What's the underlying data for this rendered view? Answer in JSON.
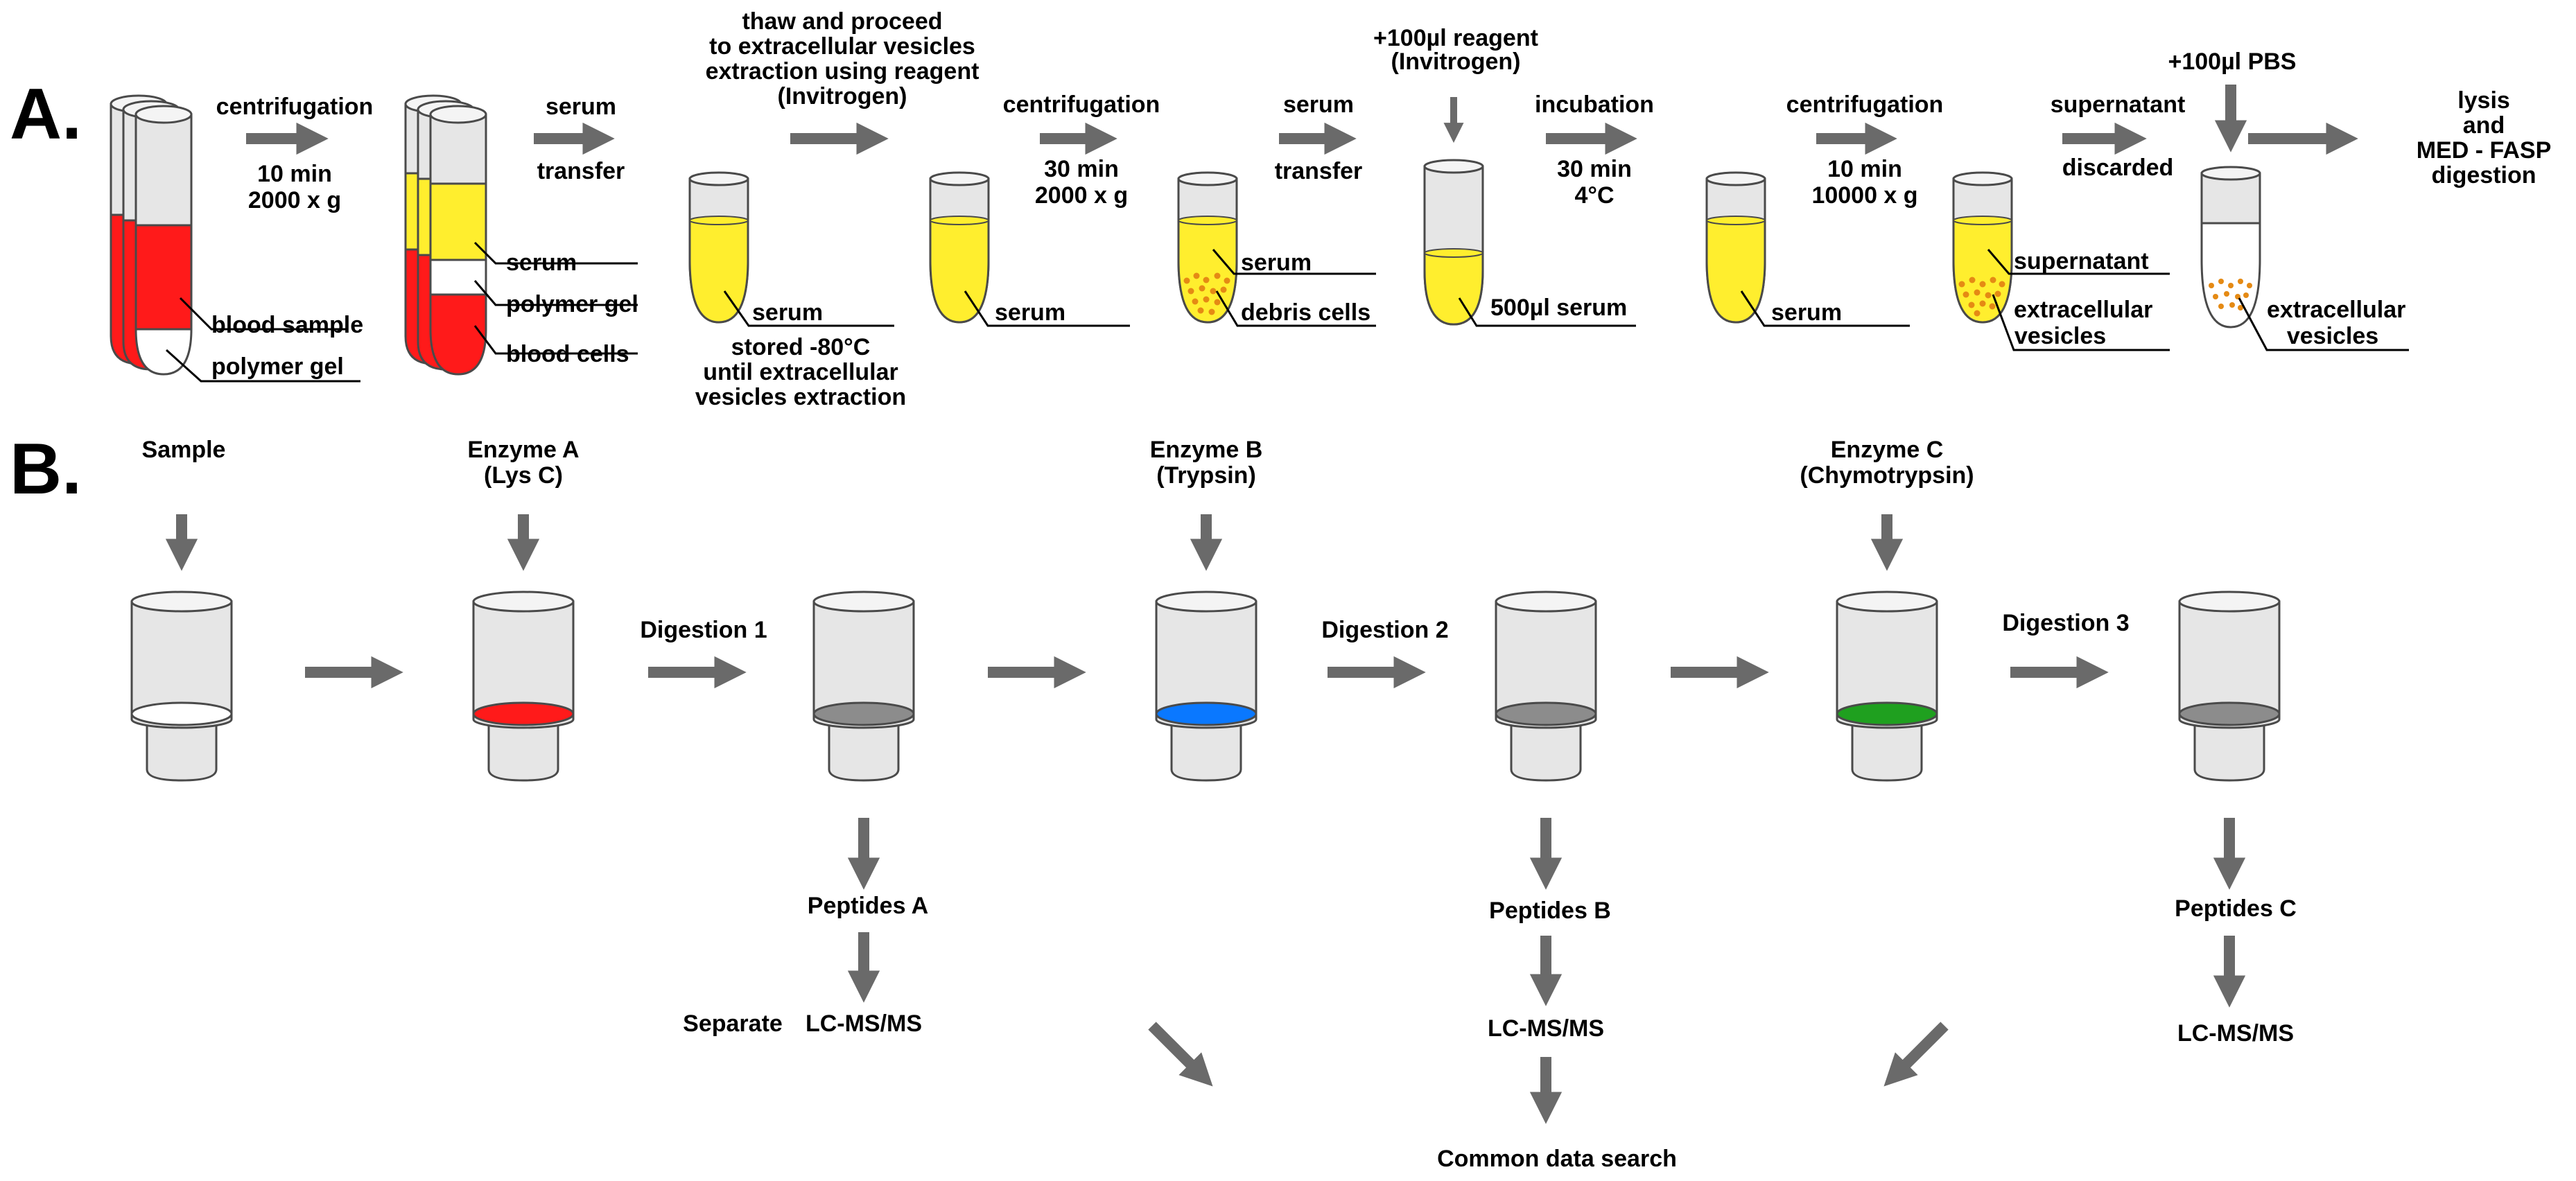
{
  "colors": {
    "arrow": "#6a6a6a",
    "blood": "#ff1a1a",
    "serum": "#ffee2e",
    "debris": "#e58a14",
    "tube_outline": "#4a4a4a",
    "filter_body": "#e6e6e6",
    "filter_grey": "#8c8c8c",
    "enzyme_a": "#ff1a1a",
    "enzyme_b": "#0a78ff",
    "enzyme_c": "#1fa01f",
    "label_a": "#ff1a1a",
    "label_b": "#1a8fe8",
    "label_c": "#3aaa35"
  },
  "panel_a": {
    "letter": "A.",
    "step1": {
      "action": "centrifugation",
      "time": "10 min",
      "force": "2000 x g"
    },
    "tube1": {
      "blood_label": "blood sample",
      "gel_label": "polymer gel"
    },
    "tube2": {
      "serum_label": "serum",
      "gel_label": "polymer gel",
      "cells_label": "blood cells"
    },
    "step2": {
      "line1": "serum",
      "line2": "transfer"
    },
    "tube3": {
      "serum_label": "serum",
      "storage_line1": "stored -80°C",
      "storage_line2": "until extracellular",
      "storage_line3": "vesicles extraction"
    },
    "step3": {
      "line1": "thaw and proceed",
      "line2": "to extracellular vesicles",
      "line3": "extraction using reagent",
      "line4": "(Invitrogen)"
    },
    "tube4": {
      "serum_label": "serum"
    },
    "step4": {
      "action": "centrifugation",
      "time": "30 min",
      "force": "2000 x g"
    },
    "tube5": {
      "serum_label": "serum",
      "debris_label": "debris cells"
    },
    "step5": {
      "line1": "serum",
      "line2": "transfer"
    },
    "step6": {
      "line1": "+100µl reagent",
      "line2": "(Invitrogen)"
    },
    "tube6": {
      "serum_label": "500µl serum"
    },
    "step7": {
      "action": "incubation",
      "time": "30 min",
      "temp": "4°C"
    },
    "tube7": {
      "serum_label": "serum"
    },
    "step8": {
      "action": "centrifugation",
      "time": "10 min",
      "force": "10000 x g"
    },
    "tube8": {
      "supernatant_label": "supernatant",
      "ev_line1": "extracellular",
      "ev_line2": "vesicles"
    },
    "step9": {
      "line1": "supernatant",
      "line2": "discarded"
    },
    "step10": {
      "label": "+100µl PBS"
    },
    "tube9": {
      "ev_line1": "extracellular",
      "ev_line2": "vesicles"
    },
    "step11": {
      "line1": "lysis",
      "line2": "and",
      "line3": "MED - FASP",
      "line4": "digestion"
    }
  },
  "panel_b": {
    "letter": "B.",
    "sample_label": "Sample",
    "enzyme_a": {
      "line1": "Enzyme A",
      "line2": "(Lys C)"
    },
    "enzyme_b": {
      "line1": "Enzyme B",
      "line2": "(Trypsin)"
    },
    "enzyme_c": {
      "line1": "Enzyme C",
      "line2": "(Chymotrypsin)"
    },
    "digestion1": "Digestion 1",
    "digestion2": "Digestion 2",
    "digestion3": "Digestion 3",
    "peptides_a": "Peptides A",
    "peptides_b": "Peptides B",
    "peptides_c": "Peptides C",
    "separate": "Separate",
    "lcms_a": "LC-MS/MS",
    "lcms_b": "LC-MS/MS",
    "lcms_c": "LC-MS/MS",
    "common": "Common data search"
  }
}
